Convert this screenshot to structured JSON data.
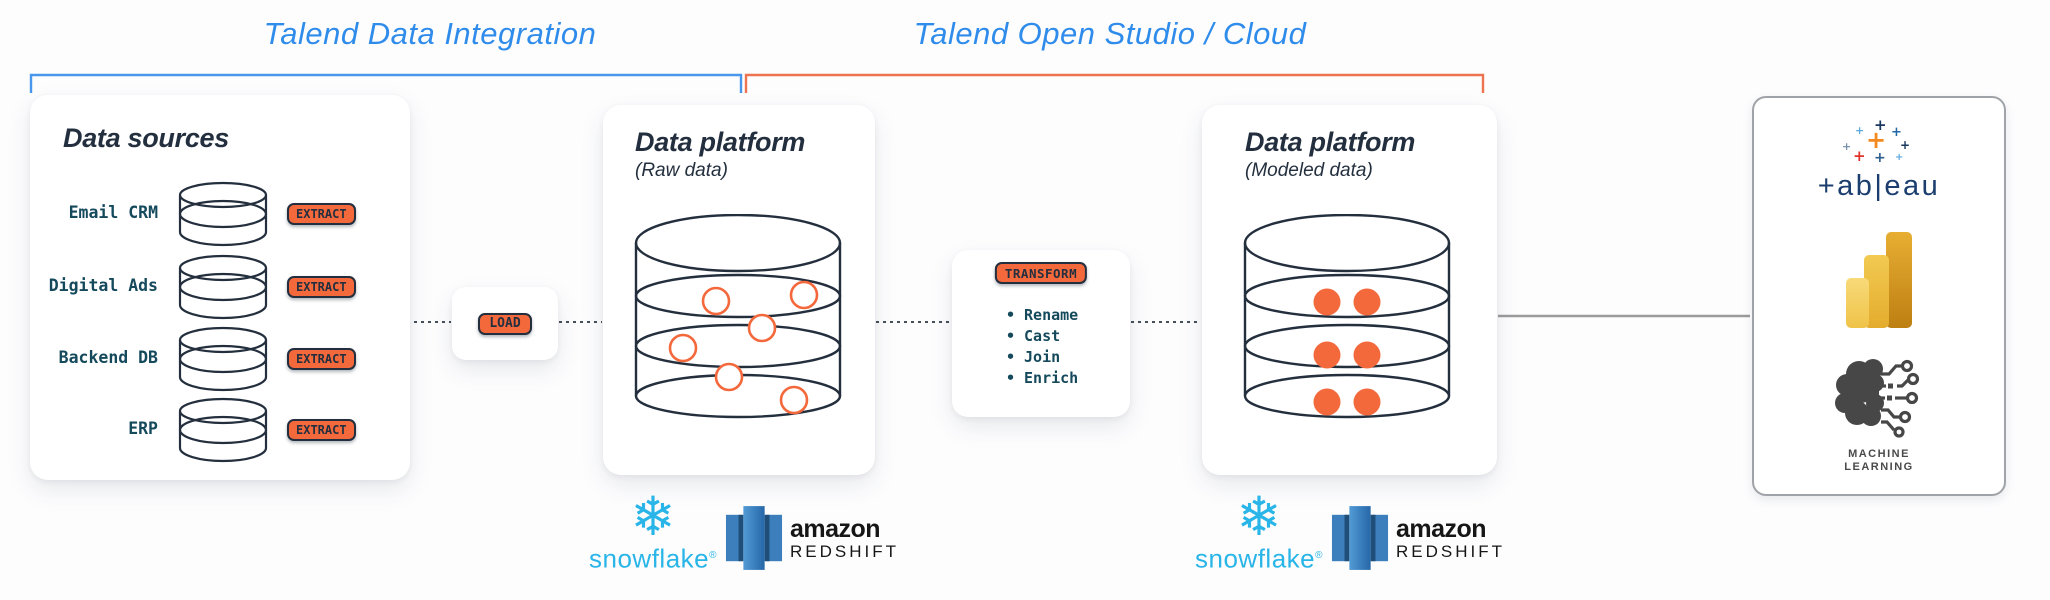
{
  "header": {
    "integration_label": "Talend Data Integration",
    "open_studio_label": "Talend Open Studio / Cloud"
  },
  "data_sources": {
    "title": "Data sources",
    "extract_label": "EXTRACT",
    "items": [
      {
        "label": "Email CRM"
      },
      {
        "label": "Digital Ads"
      },
      {
        "label": "Backend DB"
      },
      {
        "label": "ERP"
      }
    ]
  },
  "load": {
    "label": "LOAD"
  },
  "raw_platform": {
    "title": "Data platform",
    "subtitle": "(Raw data)"
  },
  "transform": {
    "label": "TRANSFORM",
    "bullet": "•",
    "operations": [
      "Rename",
      "Cast",
      "Join",
      "Enrich"
    ]
  },
  "modeled_platform": {
    "title": "Data platform",
    "subtitle": "(Modeled data)"
  },
  "vendors": {
    "snowflake_text": "snowflake",
    "registered_mark": "®",
    "amazon_text": "amazon",
    "redshift_text": "REDSHIFT"
  },
  "outputs": {
    "tableau_wordmark": "+ab|eau",
    "ml_label_line1": "MACHINE",
    "ml_label_line2": "LEARNING"
  },
  "colors": {
    "talend_blue": "#2F8CEB",
    "bracket_blue": "#4897EC",
    "bracket_orange": "#EE7350",
    "accent_orange": "#F4693C",
    "ink_navy": "#232F3E",
    "label_teal": "#15495C",
    "snowflake_blue": "#29B5E8",
    "tableau_navy": "#1B3E6F"
  }
}
